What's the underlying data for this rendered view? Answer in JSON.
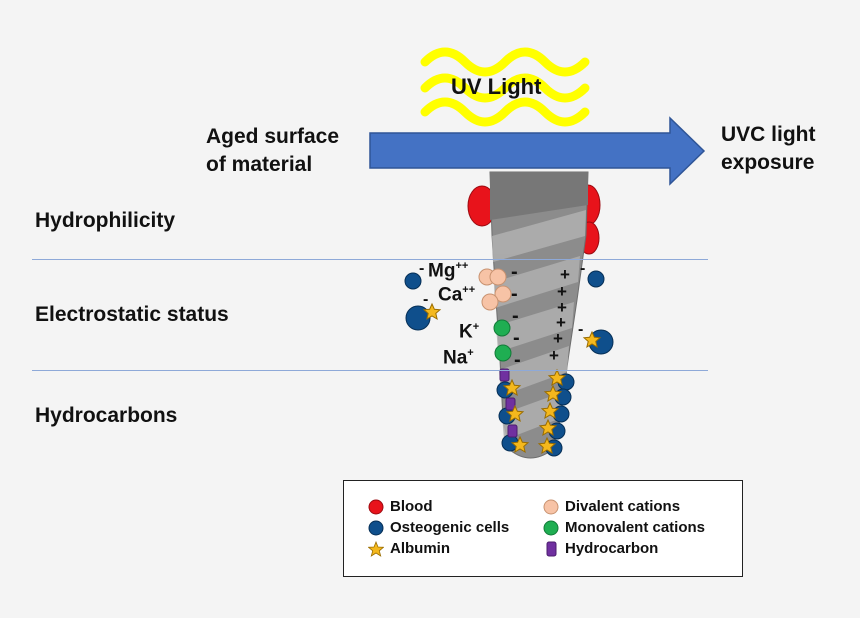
{
  "uv_label": "UV Light",
  "arrow": {
    "left_line1": "Aged surface",
    "left_line2": "of material",
    "right_line1": "UVC light",
    "right_line2": "exposure"
  },
  "sections": {
    "hydrophilicity": "Hydrophilicity",
    "electrostatic": "Electrostatic status",
    "hydrocarbons": "Hydrocarbons"
  },
  "ions": {
    "mg": "Mg",
    "mg_charge": "++",
    "ca": "Ca",
    "ca_charge": "++",
    "k": "K",
    "k_charge": "+",
    "na": "Na",
    "na_charge": "+"
  },
  "legend": {
    "blood": "Blood",
    "osteogenic": "Osteogenic cells",
    "albumin": "Albumin",
    "divalent": "Divalent cations",
    "monovalent": "Monovalent cations",
    "hydrocarbon": "Hydrocarbon"
  },
  "colors": {
    "blood": "#e8131b",
    "osteogenic": "#0f4f8c",
    "albumin": "#f4b81d",
    "divalent": "#f7c3a6",
    "monovalent": "#1fae52",
    "hydrocarbon": "#7030a0",
    "arrow": "#4472c4",
    "uv_wave": "#ffff00"
  }
}
